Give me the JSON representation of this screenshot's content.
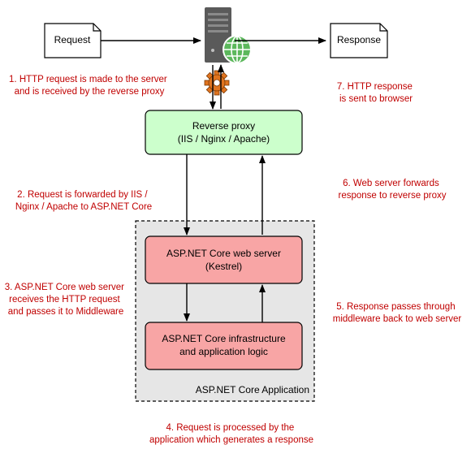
{
  "nodes": {
    "request": {
      "label": "Request"
    },
    "response": {
      "label": "Response"
    },
    "reverse_proxy": {
      "line1": "Reverse proxy",
      "line2": "(IIS / Nginx / Apache)"
    },
    "web_server": {
      "line1": "ASP.NET Core web server",
      "line2": "(Kestrel)"
    },
    "infrastructure": {
      "line1": "ASP.NET Core infrastructure",
      "line2": "and application logic"
    },
    "app_container": {
      "label": "ASP.NET Core Application"
    }
  },
  "steps": [
    {
      "number": 1,
      "lines": [
        "1. HTTP request is made to the server",
        "and is received by the reverse proxy"
      ]
    },
    {
      "number": 2,
      "lines": [
        "2. Request is forwarded by IIS /",
        "Nginx / Apache to ASP.NET Core"
      ]
    },
    {
      "number": 3,
      "lines": [
        "3. ASP.NET Core web server",
        "receives the HTTP request",
        "and passes it to Middleware"
      ]
    },
    {
      "number": 4,
      "lines": [
        "4. Request is processed by the",
        "application which generates a response"
      ]
    },
    {
      "number": 5,
      "lines": [
        "5. Response passes through",
        "middleware back to web server"
      ]
    },
    {
      "number": 6,
      "lines": [
        "6. Web server  forwards",
        "response to reverse proxy"
      ]
    },
    {
      "number": 7,
      "lines": [
        "7. HTTP response",
        "is sent to browser"
      ]
    }
  ],
  "icons": {
    "server": "server-tower-icon",
    "globe": "globe-icon",
    "gear": "gear-icon"
  },
  "colors": {
    "proxy_fill": "#ccffcc",
    "app_box_fill": "#f8a5a5",
    "container_fill": "#e6e6e6",
    "note_text": "#c00000",
    "globe": "#5cb85c",
    "gear": "#e0741f"
  }
}
